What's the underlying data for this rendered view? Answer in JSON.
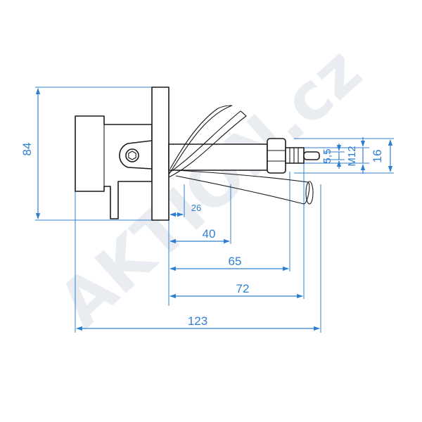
{
  "watermark": "AKTION.cz",
  "colors": {
    "dimension": "#2f7fd1",
    "outline": "#1a1a1a",
    "watermark": "#e9edf2"
  },
  "dimensions": {
    "height_total": "84",
    "d26": "26",
    "d40": "40",
    "d65": "65",
    "d72": "72",
    "d123": "123",
    "pin": "5,5",
    "thread": "M12",
    "body": "16"
  }
}
